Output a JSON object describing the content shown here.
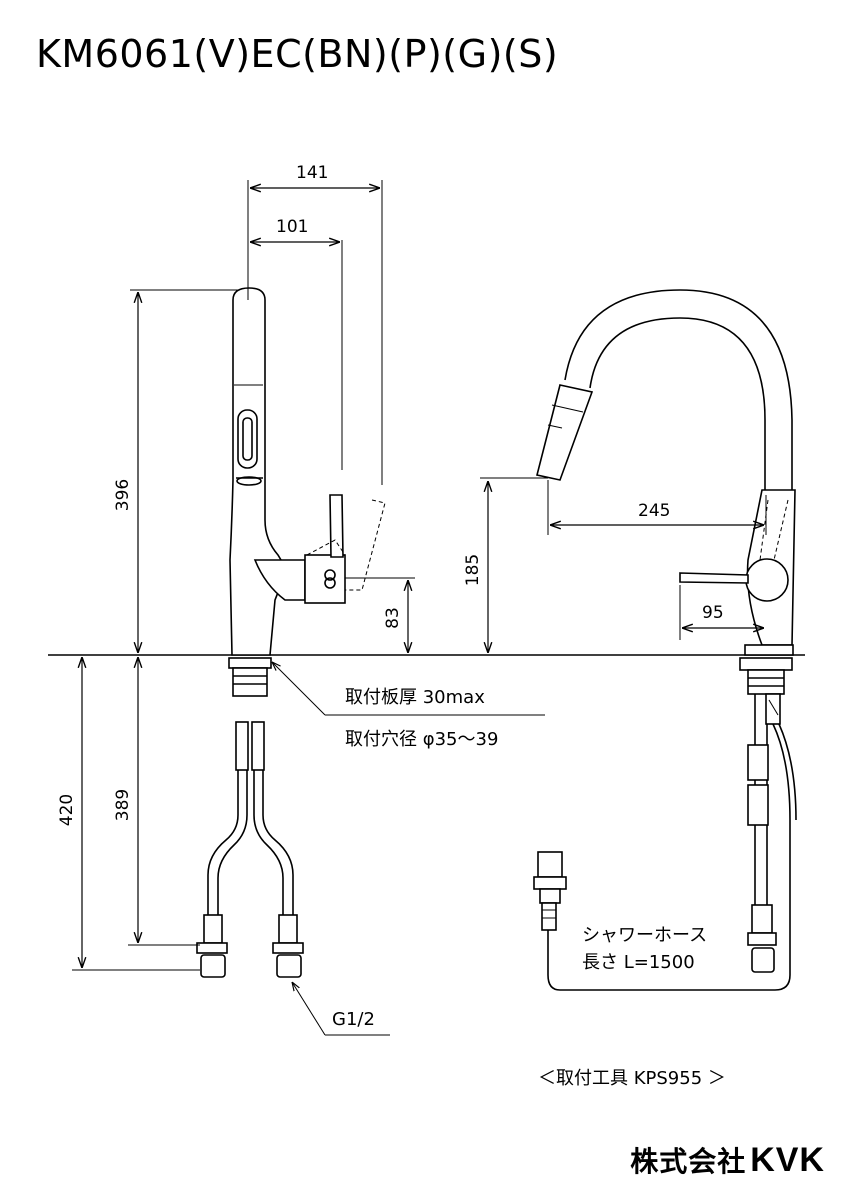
{
  "title": "KM6061(V)EC(BN)(P)(G)(S)",
  "dimensions": {
    "d141": "141",
    "d101": "101",
    "d396": "396",
    "d83": "83",
    "d185": "185",
    "d245": "245",
    "d95": "95",
    "d420": "420",
    "d389": "389"
  },
  "notes": {
    "plate_thickness": "取付板厚 30max",
    "hole_diameter": "取付穴径 φ35～39",
    "connector": "G1/2",
    "hose_line1": "シャワーホース",
    "hose_line2": "長さ L=1500",
    "tool": "＜取付工具 KPS955 ＞"
  },
  "logo": {
    "company": "株式会社",
    "brand": "KVK"
  }
}
